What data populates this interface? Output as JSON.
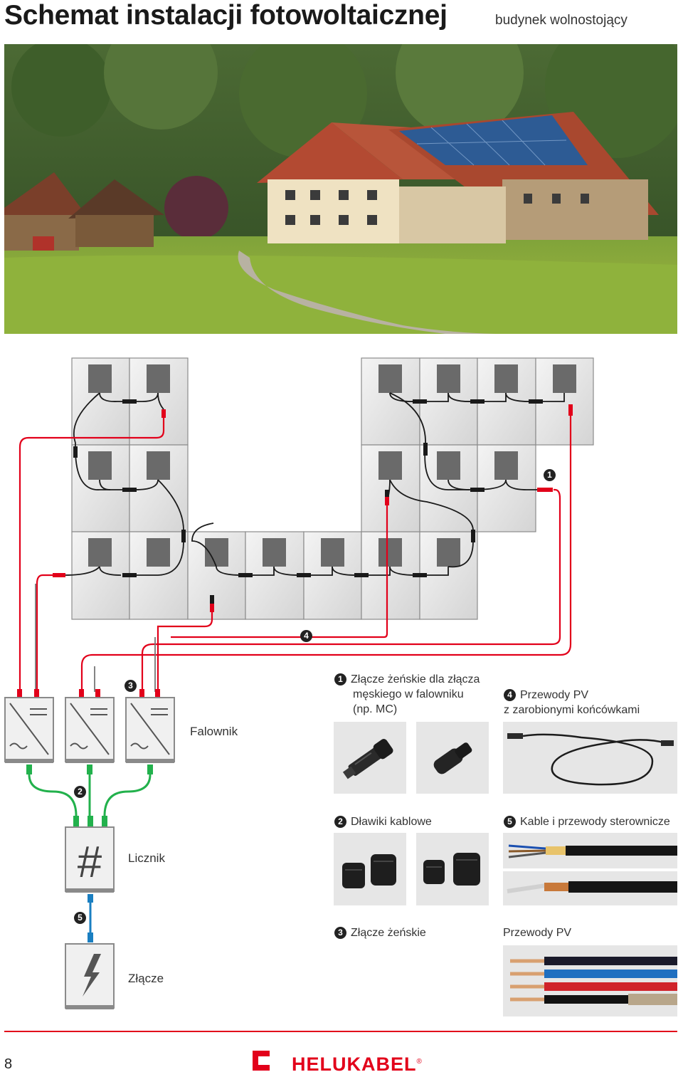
{
  "header": {
    "title": "Schemat instalacji fotowoltaicznej",
    "subtitle": "budynek wolnostojący"
  },
  "diagram": {
    "badges": [
      "4",
      "3",
      "1",
      "2",
      "5"
    ],
    "labels": {
      "inverter": "Falownik",
      "meter": "Licznik",
      "connection": "Złącze"
    }
  },
  "legend": {
    "item1": {
      "number": "1",
      "line1": "Złącze żeńskie dla złącza",
      "line2": "męskiego w falowniku",
      "line3": "(np. MC)"
    },
    "item4": {
      "number": "4",
      "line1": "Przewody PV",
      "line2": "z zarobionymi końcówkami"
    },
    "item2": {
      "number": "2",
      "text": "Dławiki kablowe"
    },
    "item5": {
      "number": "5",
      "text": "Kable i przewody sterownicze"
    },
    "item3": {
      "number": "3",
      "text": "Złącze żeńskie"
    },
    "item_pv": {
      "text": "Przewody PV"
    }
  },
  "colors": {
    "dc_positive": "#e2001a",
    "ac": "#22b14c",
    "meter_link": "#1a7fc1",
    "brand": "#e2001a"
  },
  "footer": {
    "page_number": "8",
    "brand": "HELUKABEL",
    "registered": "®"
  }
}
